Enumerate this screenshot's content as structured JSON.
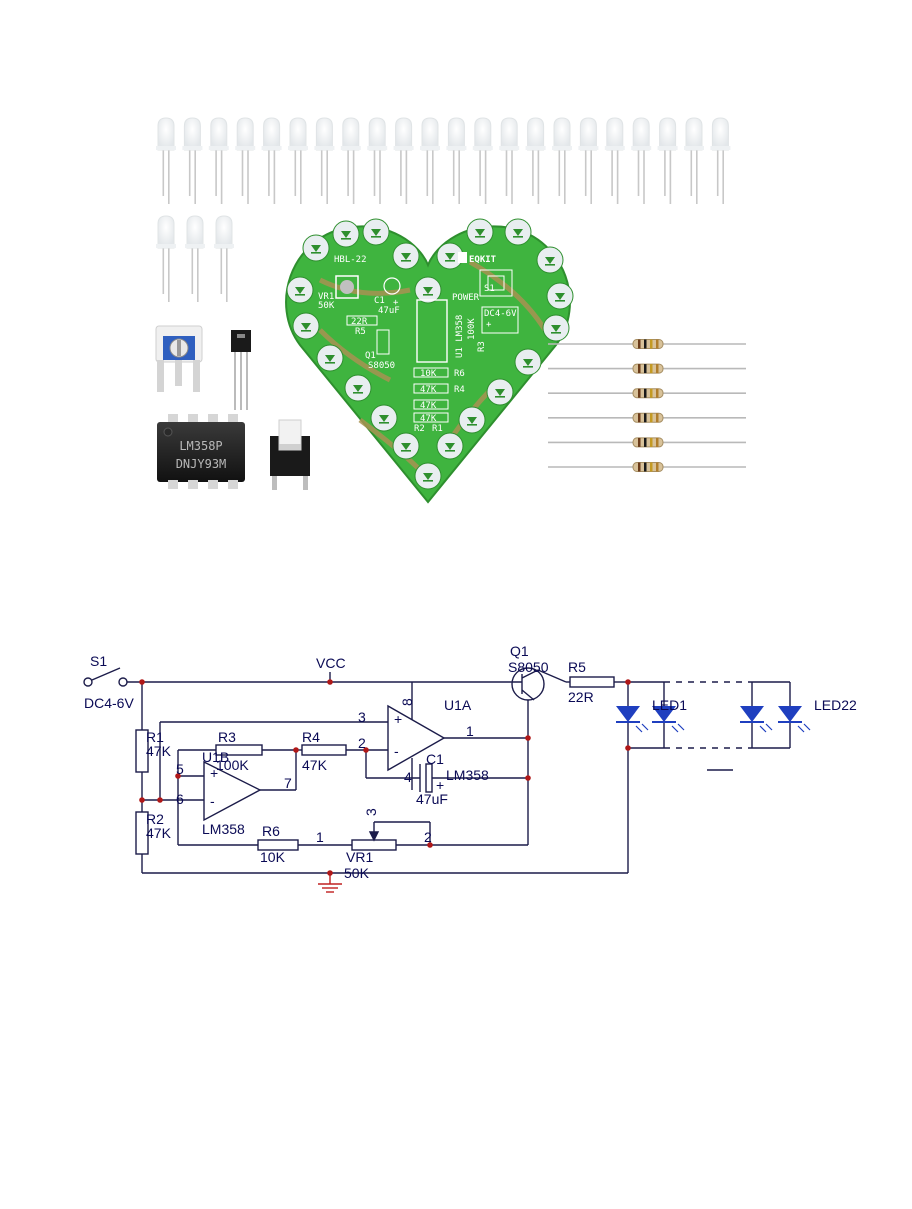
{
  "kit": {
    "led_count_row1": 22,
    "led_count_row2": 3,
    "resistor_count": 6,
    "ic_marking": [
      "LM358P",
      "DNJY93M"
    ],
    "pcb": {
      "board_name": "HBL-22",
      "brand": "EQKIT",
      "vr_label": "VR1",
      "vr_value": "50K",
      "c1_label": "C1",
      "c1_value": "47uF",
      "r5_value": "22R",
      "r5_label": "R5",
      "q1_label": "Q1",
      "q1_part": "S8050",
      "s1_label": "S1",
      "power_label": "POWER",
      "dc_label": "DC4-6V",
      "u1_label": "U1 LM358",
      "r3_value": "100K",
      "r3_label": "R3",
      "r6_value": "10K",
      "r6_label": "R6",
      "r4_value": "47K",
      "r4_label": "R4",
      "r2_value": "47K",
      "r1_value": "47K",
      "r2_label": "R2",
      "r1_label": "R1",
      "plus": "+",
      "colors": {
        "board": "#3fb43f",
        "board_dark": "#2e8f2e",
        "copper": "#a89252",
        "pad": "#e8eef0"
      }
    }
  },
  "schematic": {
    "s1": "S1",
    "dc": "DC4-6V",
    "vcc": "VCC",
    "q1": "Q1",
    "q1_part": "S8050",
    "r5": "R5",
    "r5_value": "22R",
    "led1": "LED1",
    "led22": "LED22",
    "u1a": "U1A",
    "pin8": "8",
    "pin3": "3",
    "pin2": "2",
    "pin1": "1",
    "pin4": "4",
    "r1": "R1",
    "r1_value": "47K",
    "r2": "R2",
    "r2_value": "47K",
    "r3": "R3",
    "r3_value": "100K",
    "r4": "R4",
    "r4_value": "47K",
    "u1b": "U1B",
    "pin5": "5",
    "pin6": "6",
    "pin7": "7",
    "lm358_a": "LM358",
    "lm358_b": "LM358",
    "c1": "C1",
    "c1_value": "47uF",
    "r6": "R6",
    "r6_value": "10K",
    "vr1": "VR1",
    "vr1_value": "50K",
    "vr_pin3": "3",
    "vr_pin1": "1",
    "vr_pin2": "2",
    "plus": "+",
    "minus": "-",
    "colors": {
      "wire": "#1c1c4a",
      "node": "#b01818",
      "led": "#1f3fbf",
      "ground": "#c02020"
    }
  }
}
